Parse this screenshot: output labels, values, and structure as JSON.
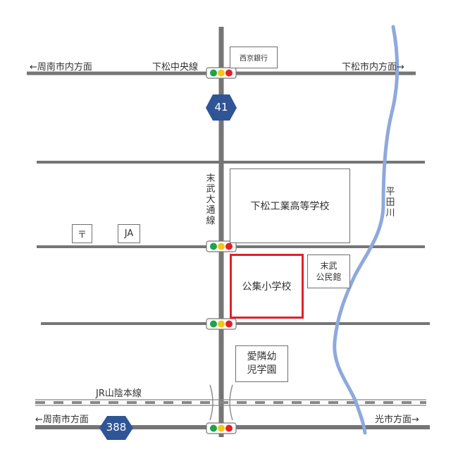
{
  "roads": {
    "top_left_dir": "←周南市内方面",
    "top_center": "下松中央線",
    "top_right_dir": "下松市内方面→",
    "avenue": "末武大通線",
    "bottom_left_dir": "←周南市方面",
    "bottom_right_dir": "光市方面→",
    "railway": "JR山陰本線"
  },
  "river": {
    "name": "平田川",
    "color": "#8ea9dc"
  },
  "route_badges": {
    "national_41": "41",
    "national_388": "388",
    "color": "#2f5596"
  },
  "places": {
    "bank": "西京銀行",
    "high_school": "下松工業高等学校",
    "post_office": "〒",
    "ja": "JA",
    "community_hall": "末武\n公民館",
    "target_school": "公集小学校",
    "kindergarten": "愛隣幼\n児学園"
  },
  "colors": {
    "road": "#757575",
    "highlight": "#e0212a",
    "box_border": "#6f6f6f"
  },
  "traffic_light_colors": [
    "#1fa34a",
    "#f5c518",
    "#e0212a"
  ]
}
